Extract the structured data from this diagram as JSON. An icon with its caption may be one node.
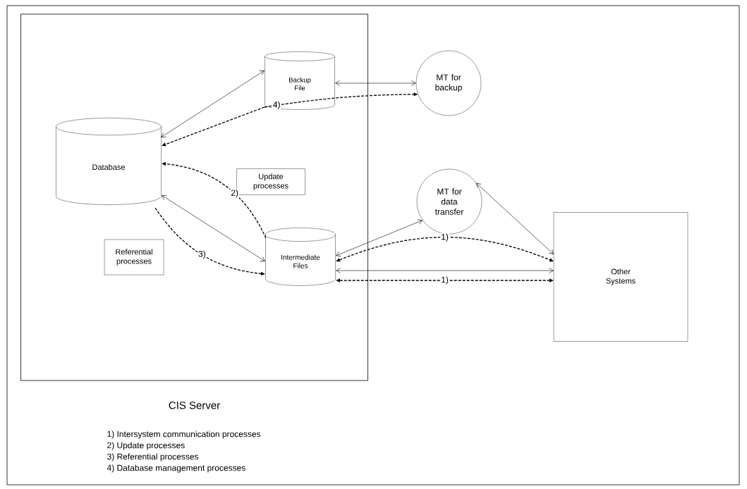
{
  "diagram": {
    "nodes": [
      {
        "text": [
          "CIS Server"
        ]
      },
      {
        "text": [
          "Database"
        ],
        "in": 0
      },
      {
        "text": [
          "Backup File"
        ],
        "in": 0
      },
      {
        "text": [
          "MT for backup"
        ]
      },
      {
        "text": [
          "Update processes"
        ],
        "in": 0
      },
      {
        "text": [
          "Referential processes"
        ],
        "in": 0
      },
      {
        "text": [
          "Intermediate Files"
        ],
        "in": 0
      },
      {
        "text": [
          "MT for data transfer"
        ]
      },
      {
        "text": [
          "Other Systems"
        ]
      }
    ],
    "edges": [
      {
        "from": 1,
        "to": 2,
        "arrow": "both"
      },
      {
        "from": 2,
        "to": 1,
        "arrow": "to",
        "style": "dashed"
      },
      {
        "from": 2,
        "to": 3,
        "arrow": "to",
        "style": "dashed",
        "label": "4)"
      },
      {
        "from": 2,
        "to": 3,
        "arrow": "both"
      },
      {
        "from": 6,
        "to": 1,
        "arrow": "to",
        "style": "dashed",
        "label": "2)"
      },
      {
        "from": 1,
        "to": 6,
        "arrow": "both"
      },
      {
        "from": 1,
        "to": 6,
        "arrow": "to",
        "style": "dashed",
        "label": "3)"
      },
      {
        "from": 6,
        "to": 7,
        "arrow": "both"
      },
      {
        "from": 7,
        "to": 8,
        "arrow": "both"
      },
      {
        "from": 6,
        "to": 8,
        "arrow": "both",
        "style": "dashed",
        "label": "1)"
      },
      {
        "from": 6,
        "to": 8,
        "arrow": "both"
      },
      {
        "from": 6,
        "to": 8,
        "arrow": "both",
        "style": "dashed",
        "label": "1)"
      }
    ],
    "labels": [
      "1) Intersystem communication processes",
      "2) Update processes",
      "3) Referential processes",
      "4) Database management processes"
    ]
  }
}
